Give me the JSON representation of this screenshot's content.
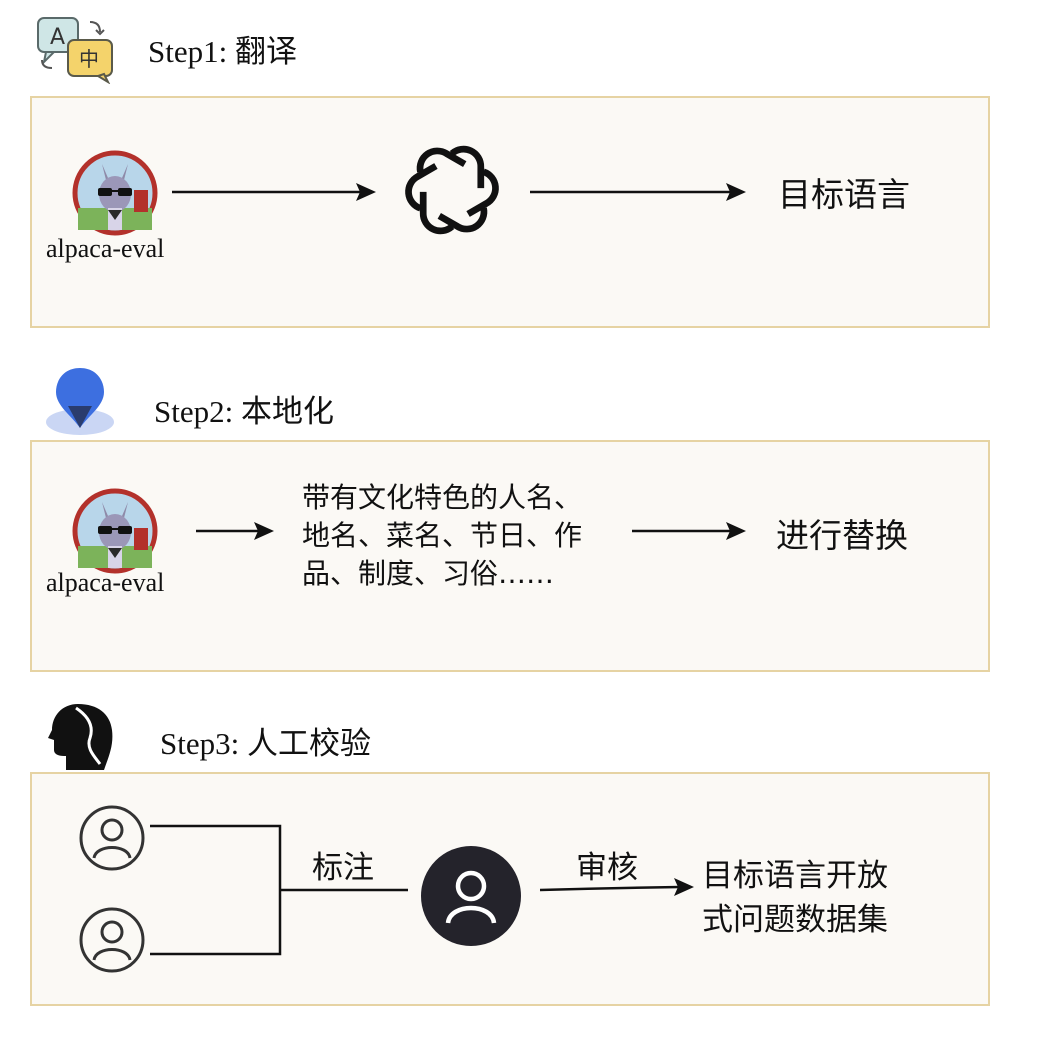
{
  "steps": [
    {
      "title": "Step1: 翻译",
      "source_label": "alpaca-eval",
      "target": "目标语言"
    },
    {
      "title": "Step2: 本地化",
      "source_label": "alpaca-eval",
      "middle_lines": [
        "带有文化特色的人名、",
        "地名、菜名、节日、作",
        "品、制度、习俗……"
      ],
      "target": "进行替换"
    },
    {
      "title": "Step3: 人工校验",
      "annotate": "标注",
      "review": "审核",
      "target_lines": [
        "目标语言开放",
        "式问题数据集"
      ]
    }
  ],
  "icons": {
    "translate": "translate-icon",
    "location": "map-pin-icon",
    "head": "human-head-icon",
    "alpaca": "alpaca-avatar-icon",
    "openai": "openai-logo-icon",
    "user": "user-icon"
  },
  "colors": {
    "panel_bg": "#fbf9f5",
    "panel_border": "#e6d3a3",
    "pin_blue": "#3d6fe0",
    "reviewer_dark": "#24232b"
  }
}
